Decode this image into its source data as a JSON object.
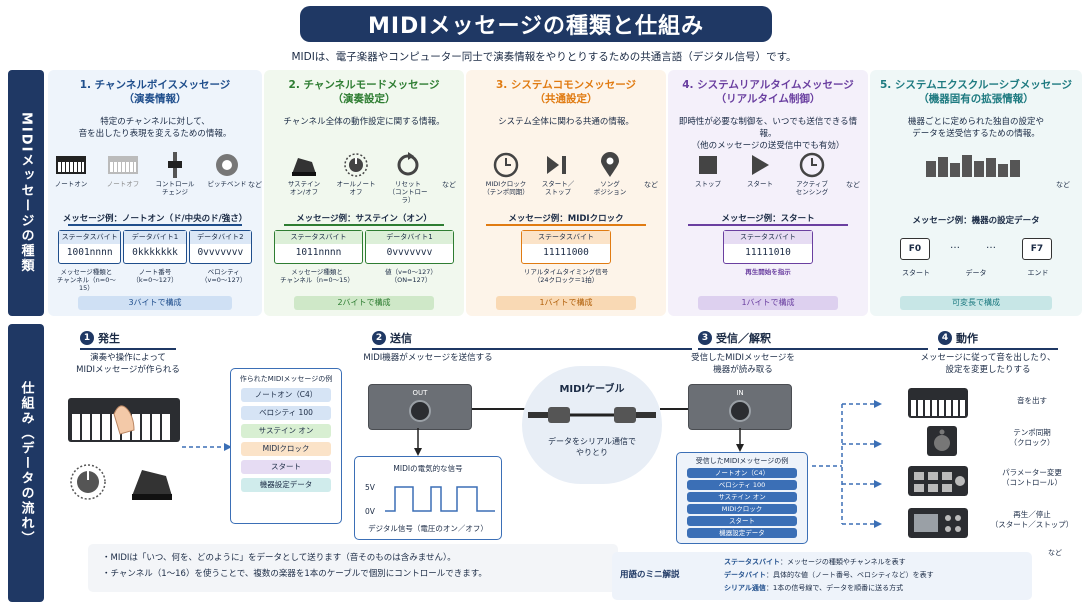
{
  "header": {
    "title": "MIDIメッセージの種類と仕組み",
    "subtitle": "MIDIは、電子楽器やコンピューター同士で演奏情報をやりとりするための共通言語（デジタル信号）です。"
  },
  "side": {
    "types": "MIDIメッセージの種類",
    "mechanism": "仕組み（データの流れ）"
  },
  "colors": {
    "navy": "#1f3864",
    "blue": "#1f4e8c",
    "green": "#2e7d32",
    "orange": "#e07b12",
    "purple": "#6a3fa0",
    "teal": "#1d7a80"
  },
  "cards": [
    {
      "title": "1. チャンネルボイスメッセージ",
      "sub": "（演奏情報）",
      "desc": "特定のチャンネルに対して、\n音を出したり表現を変えるための情報。",
      "icons": [
        {
          "icon": "keyboard-icon",
          "label": "ノートオン"
        },
        {
          "icon": "keyboard-faded-icon",
          "label": "ノートオフ"
        },
        {
          "icon": "fader-icon",
          "label": "コントロール\nチェンジ"
        },
        {
          "icon": "pitch-wheel-icon",
          "label": "ピッチベンド"
        }
      ],
      "more": "など",
      "example": "メッセージ例：ノートオン（ド/中央のド/強さ）",
      "bytes": [
        {
          "h": "ステータスバイト",
          "v": "1001nnnn"
        },
        {
          "h": "データバイト1",
          "v": "0kkkkkkk"
        },
        {
          "h": "データバイト2",
          "v": "0vvvvvvv"
        }
      ],
      "notes": [
        "メッセージ種類と\nチャンネル（n=0〜15）",
        "ノート番号\n（k=0〜127）",
        "ベロシティ\n（v=0〜127）"
      ],
      "foot": "3バイトで構成"
    },
    {
      "title": "2. チャンネルモードメッセージ",
      "sub": "（演奏設定）",
      "desc": "チャンネル全体の動作設定に関する情報。",
      "icons": [
        {
          "icon": "sustain-pedal-icon",
          "label": "サステイン\nオン/オフ"
        },
        {
          "icon": "knob-icon",
          "label": "オールノート\nオフ"
        },
        {
          "icon": "reset-icon",
          "label": "リセット\n（コントローラ）"
        }
      ],
      "more": "など",
      "example": "メッセージ例：サステイン（オン）",
      "bytes": [
        {
          "h": "ステータスバイト",
          "v": "1011nnnn"
        },
        {
          "h": "データバイト1",
          "v": "0vvvvvvv"
        }
      ],
      "notes": [
        "メッセージ種類と\nチャンネル（n=0〜15）",
        "値（v=0〜127）\n（ON=127）"
      ],
      "foot": "2バイトで構成"
    },
    {
      "title": "3. システムコモンメッセージ",
      "sub": "（共通設定）",
      "desc": "システム全体に関わる共通の情報。",
      "icons": [
        {
          "icon": "clock-icon",
          "label": "MIDIクロック\n（テンポ同期）"
        },
        {
          "icon": "play-pause-icon",
          "label": "スタート／\nストップ"
        },
        {
          "icon": "location-pin-icon",
          "label": "ソング\nポジション"
        }
      ],
      "more": "など",
      "example": "メッセージ例：MIDIクロック",
      "bytes": [
        {
          "h": "ステータスバイト",
          "v": "11111000"
        }
      ],
      "notes": [
        "リアルタイムタイミング信号\n（24クロック＝1拍）"
      ],
      "foot": "1バイトで構成"
    },
    {
      "title": "4. システムリアルタイムメッセージ",
      "sub": "（リアルタイム制御）",
      "desc": "即時性が必要な制御を、いつでも送信できる情報。\n（他のメッセージの送受信中でも有効）",
      "icons": [
        {
          "icon": "stop-icon",
          "label": "ストップ"
        },
        {
          "icon": "play-icon",
          "label": "スタート"
        },
        {
          "icon": "sensing-clock-icon",
          "label": "アクティブ\nセンシング"
        }
      ],
      "more": "など",
      "example": "メッセージ例：スタート",
      "bytes": [
        {
          "h": "ステータスバイト",
          "v": "11111010"
        }
      ],
      "notes": [
        "再生開始を指示"
      ],
      "foot": "1バイトで構成"
    },
    {
      "title": "5. システムエクスクルーシブメッセージ",
      "sub": "（機器固有の拡張情報）",
      "desc": "機器ごとに定められた独自の設定や\nデータを送受信するための情報。",
      "icons": [
        {
          "icon": "data-bars-icon",
          "label": ""
        }
      ],
      "more": "など",
      "example": "メッセージ例：機器の設定データ",
      "sysex": {
        "start": "F0",
        "dots1": "…",
        "dots2": "…",
        "end": "F7",
        "l_start": "スタート",
        "l_data": "データ",
        "l_end": "エンド"
      },
      "foot": "可変長で構成"
    }
  ],
  "flow": {
    "step1": {
      "num": "1",
      "title": "発生",
      "desc": "演奏や操作によって\nMIDIメッセージが作られる"
    },
    "step2": {
      "num": "2",
      "title": "送信",
      "desc": "MIDI機器がメッセージを送信する"
    },
    "step3": {
      "num": "3",
      "title": "受信／解釈",
      "desc": "受信したMIDIメッセージを\n機器が読み取る"
    },
    "step4": {
      "num": "4",
      "title": "動作",
      "desc": "メッセージに従って音を出したり、\n設定を変更したりする"
    },
    "created": {
      "title": "作られたMIDIメッセージの例",
      "items": [
        "ノートオン（C4）",
        "ベロシティ 100",
        "サステイン オン",
        "MIDIクロック",
        "スタート",
        "機器設定データ"
      ]
    },
    "received": {
      "title": "受信したMIDIメッセージの例",
      "items": [
        "ノートオン（C4）",
        "ベロシティ 100",
        "サステイン オン",
        "MIDIクロック",
        "スタート",
        "機器設定データ"
      ]
    },
    "out_label": "OUT",
    "in_label": "IN",
    "cable": {
      "title": "MIDIケーブル",
      "desc": "データをシリアル通信で\nやりとり"
    },
    "signal": {
      "title": "MIDIの電気的な信号",
      "v5": "5V",
      "v0": "0V",
      "caption": "デジタル信号（電圧のオン／オフ）"
    },
    "outputs": [
      {
        "icon": "synth-icon",
        "label": "音を出す"
      },
      {
        "icon": "speaker-icon",
        "label": "テンポ同期\n（クロック）"
      },
      {
        "icon": "mixer-icon",
        "label": "パラメーター変更\n（コントロール）"
      },
      {
        "icon": "sequencer-icon",
        "label": "再生／停止\n（スタート／ストップ）"
      }
    ],
    "outputs_more": "など"
  },
  "tips": [
    "・MIDIは「いつ、何を、どのように」をデータとして送ります（音そのものは含みません）。",
    "・チャンネル（1〜16）を使うことで、複数の楽器を1本のケーブルで個別にコントロールできます。"
  ],
  "glossary": {
    "heading": "用語のミニ解説",
    "items": [
      {
        "term": "ステータスバイト",
        "def": "：メッセージの種類やチャンネルを表す"
      },
      {
        "term": "データバイト",
        "def": "：具体的な値（ノート番号、ベロシティなど）を表す"
      },
      {
        "term": "シリアル通信",
        "def": "：1本の信号線で、データを順番に送る方式"
      }
    ]
  }
}
